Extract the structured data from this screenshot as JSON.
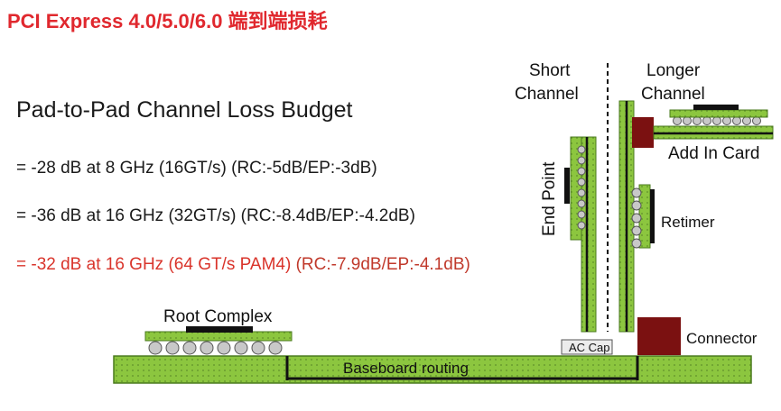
{
  "title": "PCI Express 4.0/5.0/6.0 端到端损耗",
  "subtitle": "Pad-to-Pad Channel Loss Budget",
  "budget_lines": [
    {
      "text": "= -28 dB at 8 GHz (16GT/s) (RC:-5dB/EP:-3dB)"
    },
    {
      "text": "= -36 dB at 16 GHz (32GT/s) (RC:-8.4dB/EP:-4.2dB)"
    },
    {
      "text": "= -32 dB at 16 GHz (64 GT/s PAM4) ",
      "highlight": "(RC:-7.9dB/EP:-4.1dB)"
    }
  ],
  "diagram": {
    "short_channel_label_1": "Short",
    "short_channel_label_2": "Channel",
    "longer_channel_label_1": "Longer",
    "longer_channel_label_2": "Channel",
    "add_in_card_label": "Add In Card",
    "end_point_label": "End Point",
    "retimer_label": "Retimer",
    "connector_label": "Connector",
    "ac_cap_label": "AC Cap",
    "root_complex_label": "Root Complex",
    "baseboard_label": "Baseboard routing"
  },
  "colors": {
    "title_red": "#e0282e",
    "pcb_green": "#8cc63f",
    "connector_maroon": "#7b1111",
    "ball_grey": "#c8c8c8"
  }
}
